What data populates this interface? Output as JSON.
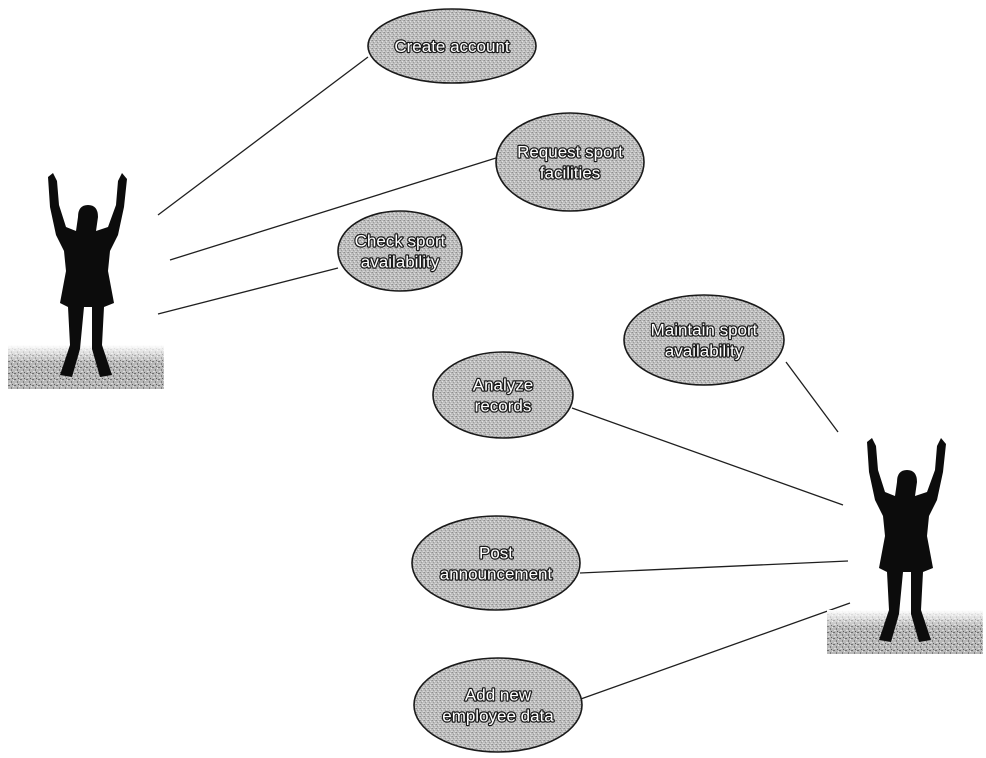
{
  "diagram": {
    "type": "use-case",
    "actors": [
      {
        "id": "actor-left"
      },
      {
        "id": "actor-right"
      }
    ],
    "use_cases": [
      {
        "id": "uc-create-account",
        "lines": [
          "Create account"
        ]
      },
      {
        "id": "uc-request-facilities",
        "lines": [
          "Request sport",
          "facilities"
        ]
      },
      {
        "id": "uc-check-availability",
        "lines": [
          "Check sport",
          "availability"
        ]
      },
      {
        "id": "uc-maintain-availability",
        "lines": [
          "Maintain sport",
          "availability"
        ]
      },
      {
        "id": "uc-analyze-records",
        "lines": [
          "Analyze",
          "records"
        ]
      },
      {
        "id": "uc-post-announcement",
        "lines": [
          "Post",
          "announcement"
        ]
      },
      {
        "id": "uc-add-employee",
        "lines": [
          "Add new",
          "employee data"
        ]
      }
    ],
    "associations": [
      {
        "actor": "actor-left",
        "use_case": "uc-create-account"
      },
      {
        "actor": "actor-left",
        "use_case": "uc-request-facilities"
      },
      {
        "actor": "actor-left",
        "use_case": "uc-check-availability"
      },
      {
        "actor": "actor-right",
        "use_case": "uc-maintain-availability"
      },
      {
        "actor": "actor-right",
        "use_case": "uc-analyze-records"
      },
      {
        "actor": "actor-right",
        "use_case": "uc-post-announcement"
      },
      {
        "actor": "actor-right",
        "use_case": "uc-add-employee"
      }
    ]
  }
}
